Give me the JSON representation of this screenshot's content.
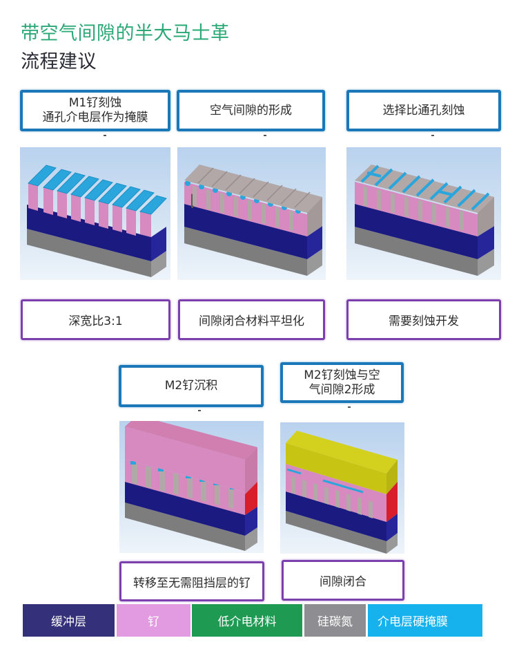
{
  "header": {
    "title": "带空气间隙的半大马士革",
    "subtitle": "流程建议"
  },
  "steps": [
    {
      "label_line1": "M1钌刻蚀",
      "label_line2": "通孔介电层作为掩膜",
      "note": "深宽比3:1",
      "image": "m1-ru-etch-cross-section"
    },
    {
      "label_line1": "空气间隙的形成",
      "label_line2": "",
      "note": "间隙闭合材料平坦化",
      "image": "airgap-formation-cross-section"
    },
    {
      "label_line1": "选择比通孔刻蚀",
      "label_line2": "",
      "note": "需要刻蚀开发",
      "image": "selective-via-etch-cross-section"
    },
    {
      "label_line1": "M2钌沉积",
      "label_line2": "",
      "note": "转移至无需阻挡层的钌",
      "image": "m2-ru-deposition-cross-section"
    },
    {
      "label_line1": "M2钌刻蚀与空",
      "label_line2": "气间隙2形成",
      "note": "间隙闭合",
      "image": "m2-etch-airgap2-cross-section"
    }
  ],
  "legend": [
    {
      "label": "缓冲层",
      "color": "#34307a",
      "text_color": "#ffffff"
    },
    {
      "label": "钌",
      "color": "#e29be0",
      "text_color": "#ffffff"
    },
    {
      "label": "低介电材料",
      "color": "#1e9a52",
      "text_color": "#ffffff"
    },
    {
      "label": "硅碳氮",
      "color": "#8e8e92",
      "text_color": "#ffffff"
    },
    {
      "label": "介电层硬掩膜",
      "color": "#16b2ee",
      "text_color": "#ffffff"
    }
  ],
  "colors": {
    "title_green": "#2aa876",
    "step_border": "#1a78b8",
    "note_border": "#7b3fae",
    "layer_navy": "#1a1a80",
    "layer_gray": "#7d7d7d",
    "layer_pink": "#d68ac0",
    "layer_blue": "#2aa6dc",
    "layer_taupe": "#b2a8a8",
    "layer_yellow": "#cfcf1a",
    "layer_red": "#d81e2a"
  }
}
